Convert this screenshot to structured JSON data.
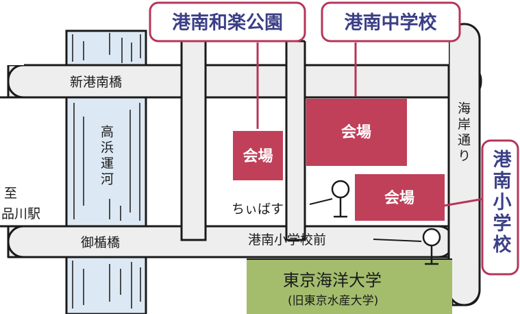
{
  "callouts": {
    "park": "港南和楽公園",
    "middle_school": "港南中学校",
    "elementary_school": "港南小学校"
  },
  "bridges": {
    "north": "新港南橋",
    "south": "御楯橋"
  },
  "waterways": {
    "canal": "高浜運河"
  },
  "streets": {
    "east_road": "海岸通り"
  },
  "stations": {
    "direction_label_line1": "至",
    "direction_label_line2": "品川駅"
  },
  "bus_stops": {
    "chii_bus": "ちぃばす",
    "konan_elementary_mae": "港南小学校前"
  },
  "venues": {
    "label": "会場"
  },
  "university": {
    "name": "東京海洋大学",
    "former_name": "(旧東京水産大学)"
  },
  "colors": {
    "venue": "#c0405a",
    "callout_border": "#b7345a",
    "callout_text": "#3b3f86",
    "road": "#eeeeee",
    "canal": "#dce8f3",
    "university": "#a3bd6d"
  }
}
